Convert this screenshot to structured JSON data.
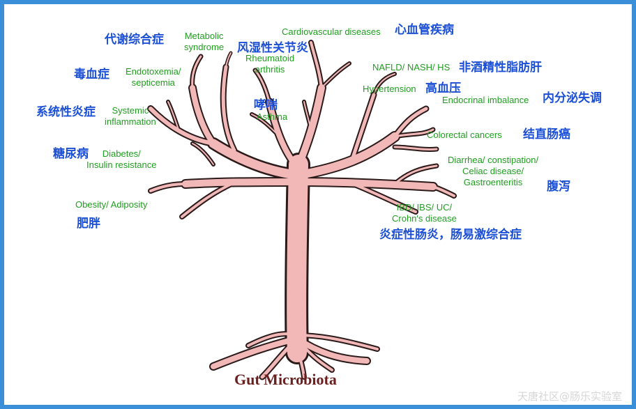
{
  "root_label": "Gut Microbiota",
  "watermark": "天唐社区@肠乐实验室",
  "colors": {
    "frame": "#3b8fd9",
    "trunk": "#f2b8b8",
    "outline": "#2b1a1a",
    "english": "#1f9e1f",
    "chinese": "#1a4fd6",
    "root_label": "#6b1f1f"
  },
  "labels": {
    "metabolic_syndrome": {
      "en": "Metabolic\nsyndrome",
      "zh": "代谢综合症"
    },
    "cardiovascular": {
      "en": "Cardiovascular diseases",
      "zh": "心血管疾病"
    },
    "rheumatoid": {
      "en": "Rheumatoid\narthritis",
      "zh": "风湿性关节炎"
    },
    "endotoxemia": {
      "en": "Endotoxemia/\nsepticemia",
      "zh": "毒血症"
    },
    "nafld": {
      "en": "NAFLD/ NASH/ HS",
      "zh": "非酒精性脂肪肝"
    },
    "asthma": {
      "en": "Asthma",
      "zh": "哮喘"
    },
    "hypertension": {
      "en": "Hypertension",
      "zh": "高血压"
    },
    "endocrinal": {
      "en": "Endocrinal imbalance",
      "zh": "内分泌失调"
    },
    "systemic": {
      "en": "Systemic\ninflammation",
      "zh": "系统性炎症"
    },
    "colorectal": {
      "en": "Colorectal cancers",
      "zh": "结直肠癌"
    },
    "diabetes": {
      "en": "Diabetes/\nInsulin resistance",
      "zh": "糖尿病"
    },
    "diarrhea": {
      "en": "Diarrhea/ constipation/\nCeliac disease/\nGastroenteritis",
      "zh": "腹泻"
    },
    "obesity": {
      "en": "Obesity/ Adiposity",
      "zh": "肥胖"
    },
    "ibd": {
      "en": "IBD/ IBS/ UC/\nCrohn's disease",
      "zh": "炎症性肠炎，肠易激综合症"
    }
  }
}
